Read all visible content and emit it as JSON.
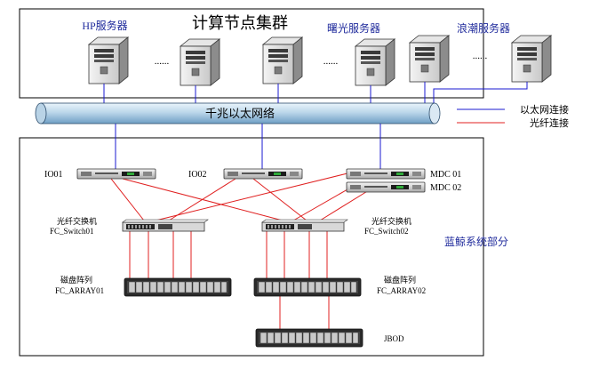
{
  "cluster": {
    "title": "计算节点集群",
    "groups": {
      "hp": "HP服务器",
      "sugon": "曙光服务器",
      "inspur": "浪潮服务器"
    },
    "dots": "......"
  },
  "network": {
    "gigabit_label": "千兆以太网络"
  },
  "legend": {
    "ethernet": "以太网连接",
    "fiber": "光纤连接",
    "ethernet_color": "#1a1ad0",
    "fiber_color": "#e02020"
  },
  "bluewhale": {
    "label": "蓝鲸系统部分",
    "io01": "IO01",
    "io02": "IO02",
    "mdc01": "MDC 01",
    "mdc02": "MDC 02",
    "switch_title": "光纤交换机",
    "switch01": "FC_Switch01",
    "switch02": "FC_Switch02",
    "array_title": "磁盘阵列",
    "array01": "FC_ARRAY01",
    "array02": "FC_ARRAY02",
    "jbod": "JBOD"
  },
  "icons": {
    "server": "tower-server-icon",
    "rack": "rack-server-icon",
    "switch": "fiber-switch-icon",
    "array": "disk-array-icon"
  }
}
